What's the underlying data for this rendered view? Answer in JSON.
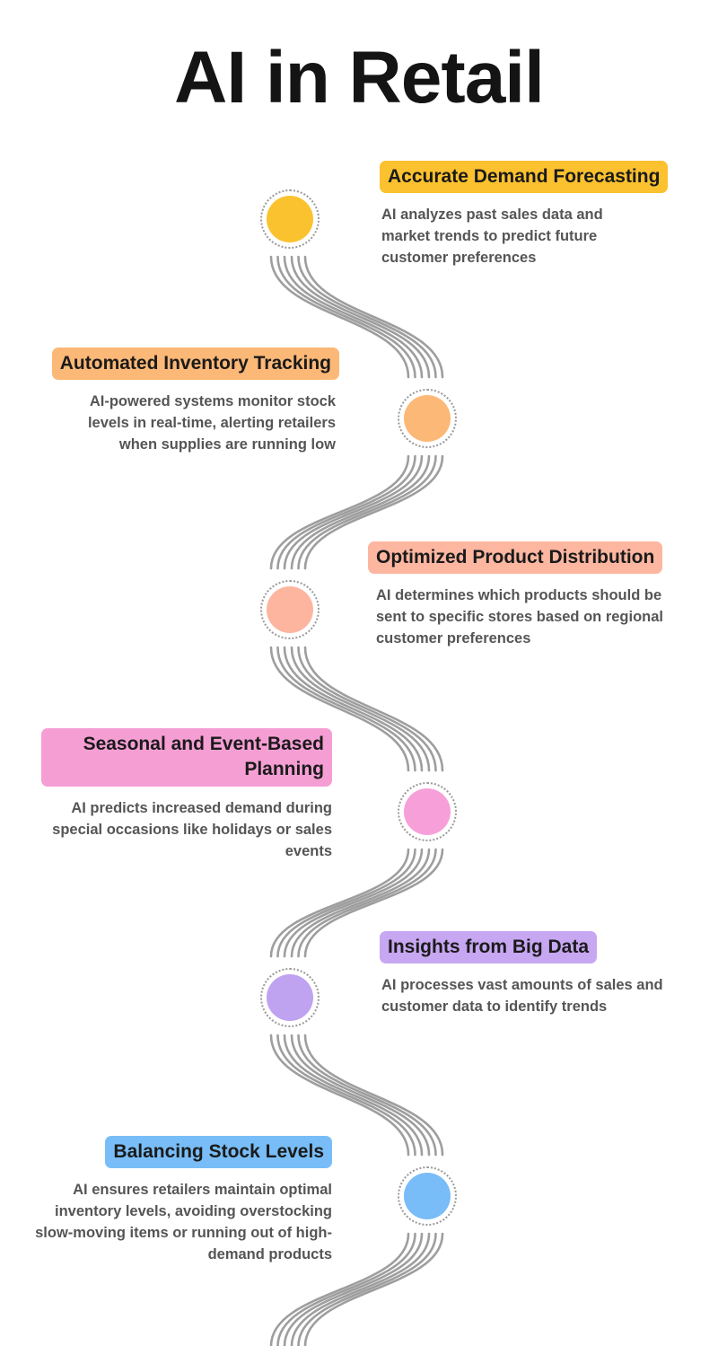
{
  "title": "AI in Retail",
  "colors": {
    "path": "#9e9e9e",
    "background": "#ffffff"
  },
  "steps": [
    {
      "label": "Accurate Demand Forecasting",
      "description": "AI analyzes past sales data and market trends to predict future customer preferences",
      "color": "#fbc12e",
      "node_color": "#fbc22f"
    },
    {
      "label": "Automated Inventory Tracking",
      "description": "AI-powered systems monitor stock levels in real-time, alerting retailers when supplies are running low",
      "color": "#fcb877",
      "node_color": "#fcb877"
    },
    {
      "label": "Optimized Product Distribution",
      "description": "AI determines which products should be sent to specific stores based on regional customer preferences",
      "color": "#fdb6a0",
      "node_color": "#fdb5a0"
    },
    {
      "label": "Seasonal and Event-Based Planning",
      "description": "AI predicts increased demand during special occasions like holidays or sales events",
      "color": "#f59ed4",
      "node_color": "#f79fd9"
    },
    {
      "label": "Insights from Big Data",
      "description": "AI processes vast amounts of sales and customer data to identify trends",
      "color": "#c7a6f2",
      "node_color": "#bfa2f0"
    },
    {
      "label": "Balancing Stock Levels",
      "description": "AI ensures retailers maintain optimal inventory levels, avoiding overstocking slow-moving items or running out of high-demand products",
      "color": "#78bdf7",
      "node_color": "#78bcf8"
    }
  ]
}
